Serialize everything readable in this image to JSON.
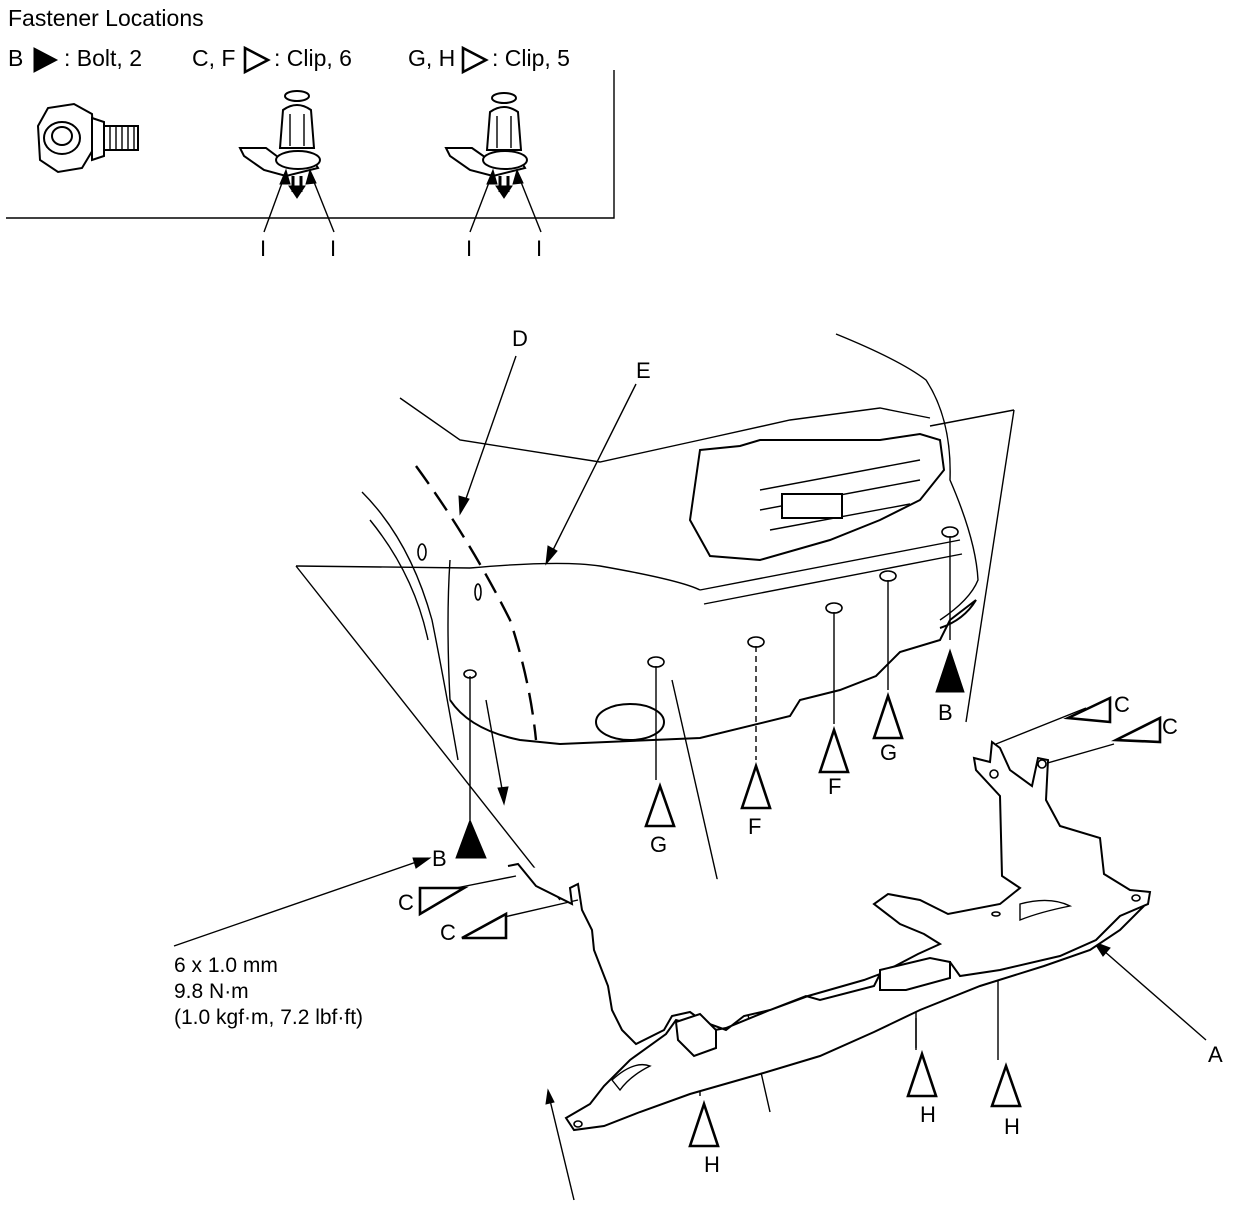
{
  "title": "Fastener Locations",
  "legend": [
    {
      "prefix": "B",
      "suffix": ": Bolt, 2",
      "symbol": "filled-triangle"
    },
    {
      "prefix": "C, F",
      "suffix": ": Clip, 6",
      "symbol": "open-triangle"
    },
    {
      "prefix": "G, H",
      "suffix": ": Clip, 5",
      "symbol": "open-triangle"
    }
  ],
  "clip_callout": "I",
  "parts": {
    "A": "A",
    "B": "B",
    "C": "C",
    "D": "D",
    "E": "E",
    "F": "F",
    "G": "G",
    "H": "H"
  },
  "torque_spec": {
    "size": "6 x 1.0 mm",
    "torque_nm": "9.8 N·m",
    "torque_alt": "(1.0 kgf·m, 7.2 lbf·ft)"
  },
  "icons": [
    "bolt-icon",
    "clip-icon",
    "filled-triangle-icon",
    "open-triangle-icon"
  ]
}
